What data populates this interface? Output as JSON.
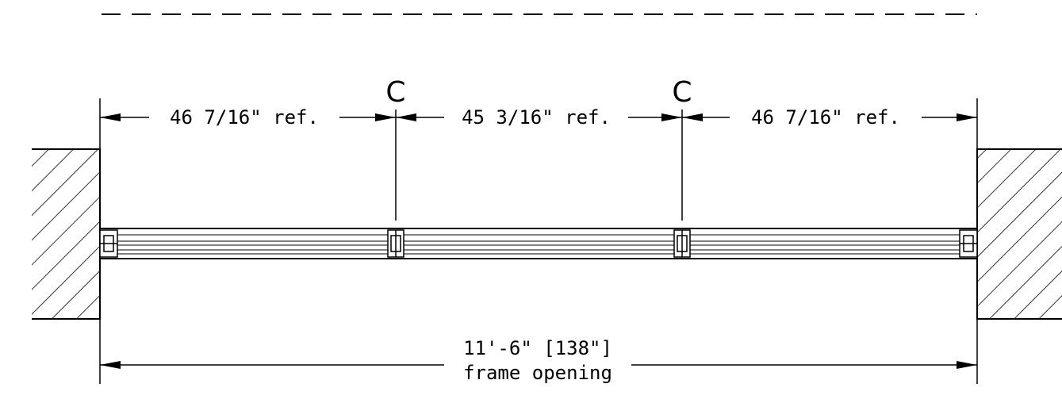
{
  "colors": {
    "line": "#000000",
    "background": "#ffffff"
  },
  "dimensions": {
    "left_panel": "46 7/16\" ref.",
    "center_panel": "45 3/16\" ref.",
    "right_panel": "46 7/16\" ref.",
    "overall_value": "11'-6\" [138\"]",
    "overall_label": "frame opening"
  },
  "centerline": {
    "left_symbol": "C",
    "right_symbol": "C"
  }
}
